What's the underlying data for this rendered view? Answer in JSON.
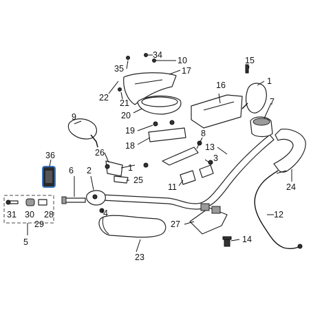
{
  "callouts": [
    {
      "id": "p1a",
      "text": "1"
    },
    {
      "id": "p1b",
      "text": "1"
    },
    {
      "id": "p2",
      "text": "2"
    },
    {
      "id": "p3",
      "text": "3"
    },
    {
      "id": "p4",
      "text": "4"
    },
    {
      "id": "p5",
      "text": "5"
    },
    {
      "id": "p6",
      "text": "6"
    },
    {
      "id": "p7",
      "text": "7"
    },
    {
      "id": "p8",
      "text": "8"
    },
    {
      "id": "p9",
      "text": "9"
    },
    {
      "id": "p10",
      "text": "10"
    },
    {
      "id": "p11",
      "text": "11"
    },
    {
      "id": "p12",
      "text": "12"
    },
    {
      "id": "p13",
      "text": "13"
    },
    {
      "id": "p14",
      "text": "14"
    },
    {
      "id": "p15",
      "text": "15"
    },
    {
      "id": "p16",
      "text": "16"
    },
    {
      "id": "p17",
      "text": "17"
    },
    {
      "id": "p18",
      "text": "18"
    },
    {
      "id": "p19",
      "text": "19"
    },
    {
      "id": "p20",
      "text": "20"
    },
    {
      "id": "p21",
      "text": "21"
    },
    {
      "id": "p22",
      "text": "22"
    },
    {
      "id": "p23",
      "text": "23"
    },
    {
      "id": "p24",
      "text": "24"
    },
    {
      "id": "p25",
      "text": "25"
    },
    {
      "id": "p26",
      "text": "26"
    },
    {
      "id": "p27",
      "text": "27"
    },
    {
      "id": "p28",
      "text": "28"
    },
    {
      "id": "p29",
      "text": "29"
    },
    {
      "id": "p30",
      "text": "30"
    },
    {
      "id": "p31",
      "text": "31"
    },
    {
      "id": "p34",
      "text": "34"
    },
    {
      "id": "p35",
      "text": "35"
    },
    {
      "id": "p36",
      "text": "36"
    }
  ],
  "colors": {
    "ink": "#111111",
    "highlight": "#3a78c2",
    "background": "#ffffff"
  }
}
